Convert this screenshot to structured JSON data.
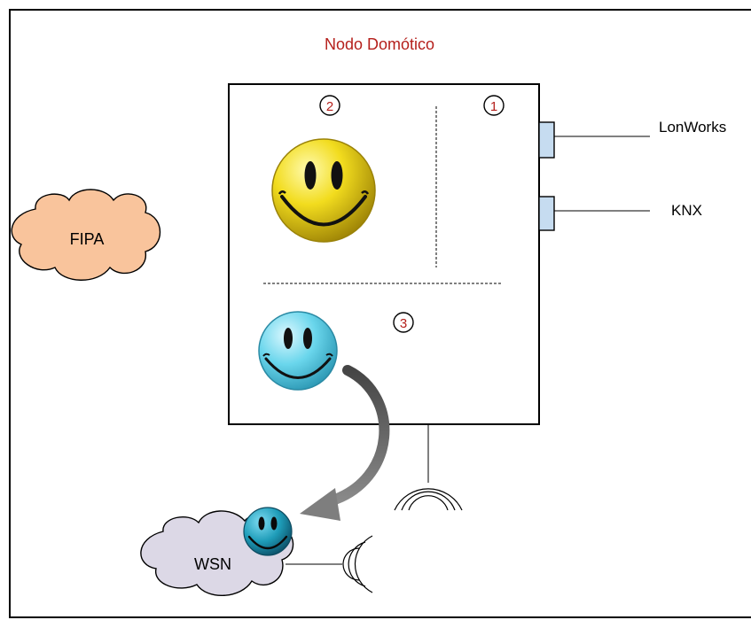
{
  "title": "Nodo Domótico",
  "protocols": {
    "lonworks": "LonWorks",
    "knx": "KNX"
  },
  "clouds": {
    "fipa": "FIPA",
    "wsn": "WSN"
  },
  "zones": {
    "one": "1",
    "two": "2",
    "three": "3"
  },
  "colors": {
    "title": "#b5201c",
    "zone_number": "#b5201c",
    "fipa_cloud": "#f9c49c",
    "wsn_cloud": "#dcd8e6",
    "smiley_yellow": "#f2dc1e",
    "smiley_cyan": "#6ad6ec",
    "smiley_teal": "#1e9cb8",
    "connector": "#c6dcf0"
  }
}
